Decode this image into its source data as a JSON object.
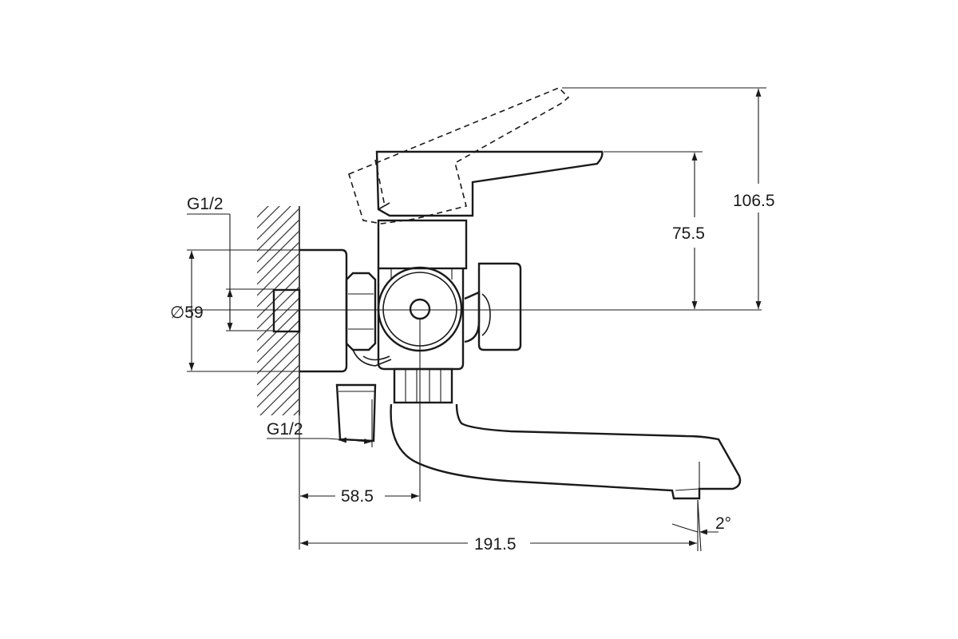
{
  "dimensions": {
    "thread_top": "G1/2",
    "thread_bottom": "G1/2",
    "diameter": "∅59",
    "offset": "58.5",
    "length": "191.5",
    "height_lever": "75.5",
    "height_total": "106.5",
    "angle": "2°"
  },
  "colors": {
    "line": "#1a1a1a",
    "background": "#ffffff"
  }
}
